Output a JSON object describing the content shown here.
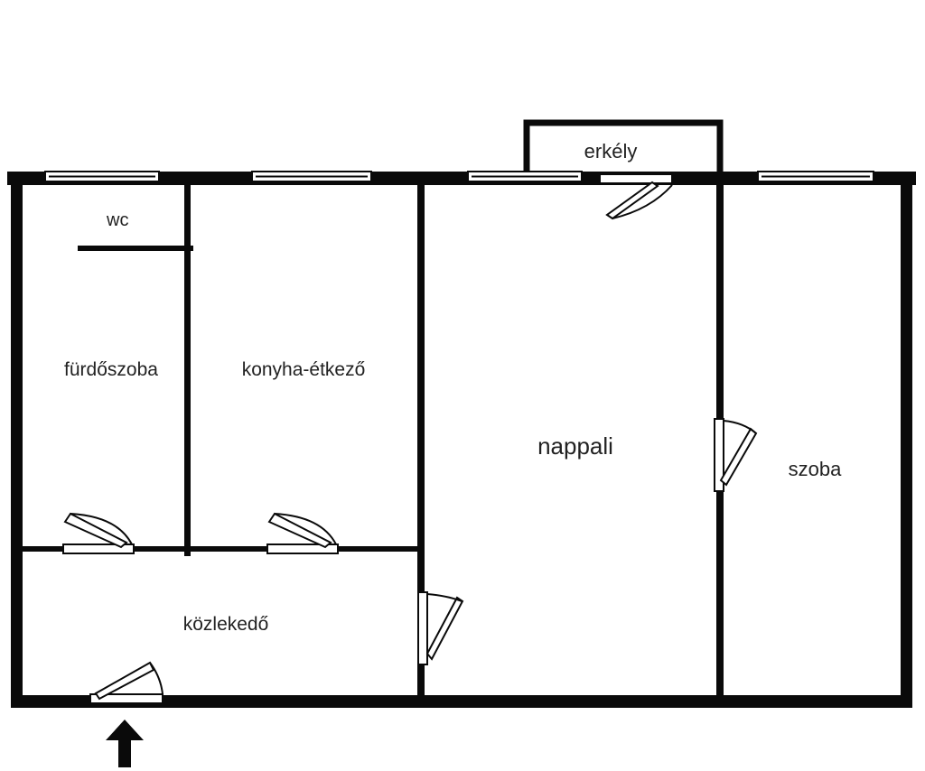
{
  "colors": {
    "wall": "#0a0a0a",
    "background": "#ffffff",
    "window_frame": "#0a0a0a",
    "label": "#222222"
  },
  "rooms": {
    "wc": "wc",
    "furdoszoba": "fürdőszoba",
    "konyha": "konyha-étkező",
    "nappali": "nappali",
    "szoba": "szoba",
    "erkely": "erkély",
    "kozlekedo": "közlekedő"
  },
  "icons": {
    "entrance": "arrow-up-icon"
  }
}
